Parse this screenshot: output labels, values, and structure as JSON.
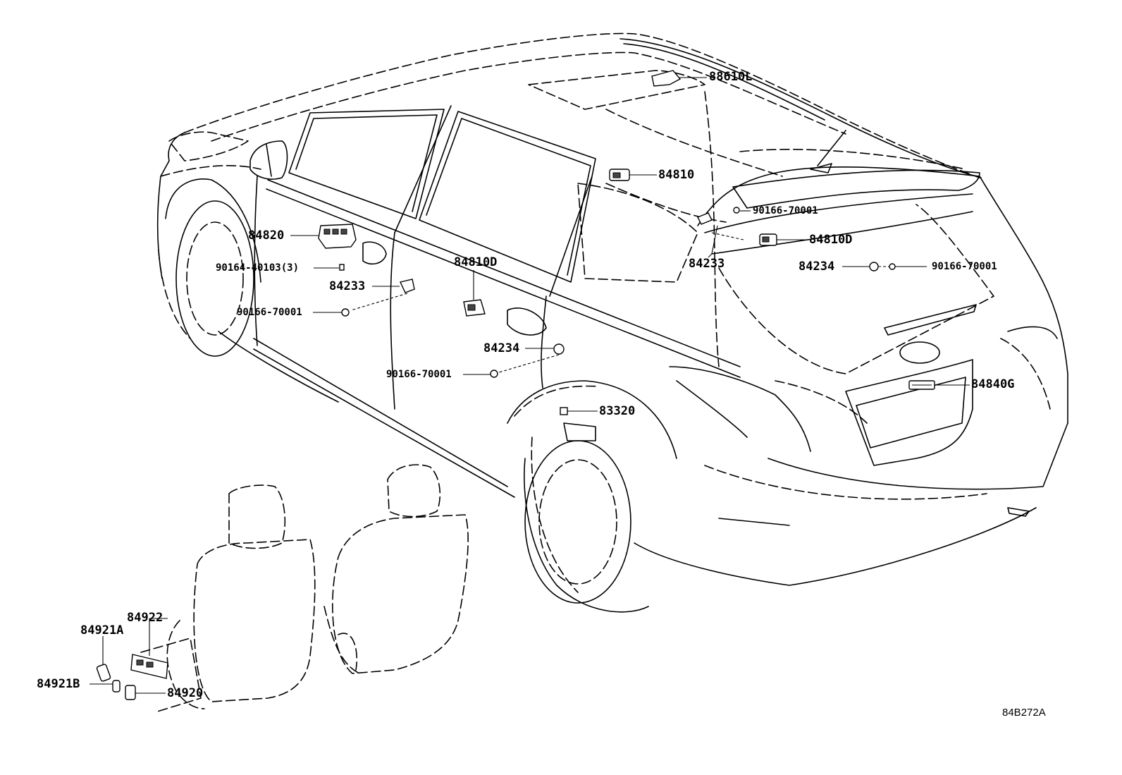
{
  "diagram_code": "84B272A",
  "callouts": {
    "c88610L": "88610L",
    "c84810": "84810",
    "c90166_a": "90166-70001",
    "c84810D_right": "84810D",
    "c84233_right": "84233",
    "c84234_right": "84234",
    "c90166_b": "90166-70001",
    "c84820": "84820",
    "c90164": "90164-40103(3)",
    "c84233_left": "84233",
    "c90166_c": "90166-70001",
    "c84810D_center": "84810D",
    "c84234_center": "84234",
    "c90166_d": "90166-70001",
    "c83320": "83320",
    "c84840G": "84840G",
    "c84922": "84922",
    "c84921A": "84921A",
    "c84921B": "84921B",
    "c84920": "84920"
  }
}
